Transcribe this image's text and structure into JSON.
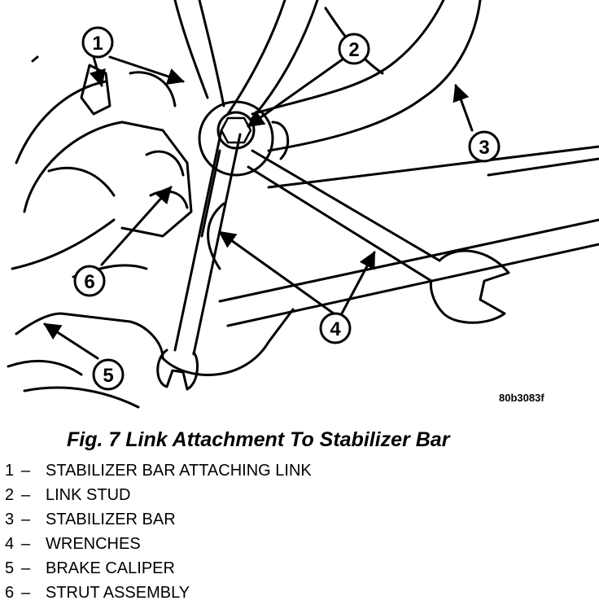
{
  "figure_id": "80b3083f",
  "caption": "Fig. 7 Link Attachment To Stabilizer Bar",
  "callouts": [
    "1",
    "2",
    "3",
    "4",
    "5",
    "6"
  ],
  "legend": [
    {
      "number": "1",
      "separator": "–",
      "label": "STABILIZER BAR ATTACHING LINK"
    },
    {
      "number": "2",
      "separator": "–",
      "label": "LINK STUD"
    },
    {
      "number": "3",
      "separator": "–",
      "label": "STABILIZER BAR"
    },
    {
      "number": "4",
      "separator": "–",
      "label": "WRENCHES"
    },
    {
      "number": "5",
      "separator": "–",
      "label": "BRAKE CALIPER"
    },
    {
      "number": "6",
      "separator": "–",
      "label": "STRUT ASSEMBLY"
    }
  ]
}
